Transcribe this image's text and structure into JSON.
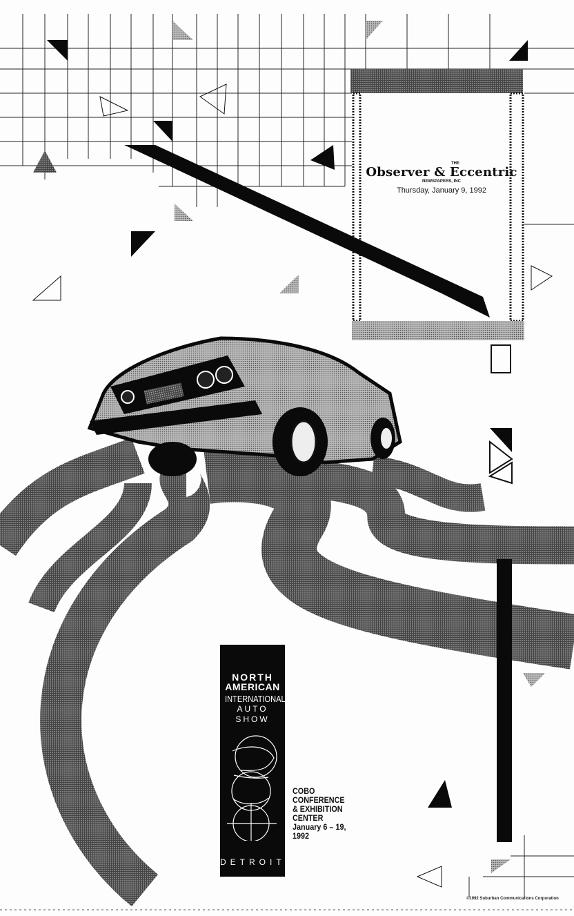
{
  "masthead": {
    "the": "THE",
    "title": "Observer & Eccentric",
    "subtitle": "NEWSPAPERS, INC",
    "date": "Thursday, January 9, 1992"
  },
  "auto_show_logo": {
    "line1": "NORTH",
    "line2": "AMERICAN",
    "line3": "INTERNATIONAL",
    "line4": "AUTO SHOW",
    "city": "DETROIT"
  },
  "venue": {
    "lines": [
      "COBO",
      "CONFERENCE",
      "& EXHIBITION",
      "CENTER",
      "January 6 – 19,",
      "1992"
    ]
  },
  "copyright": "©1992 Suburban Communications Corporation",
  "colors": {
    "ink": "#0a0a0a",
    "paper": "#fdfdfd",
    "halftone": "#6a6a6a"
  }
}
